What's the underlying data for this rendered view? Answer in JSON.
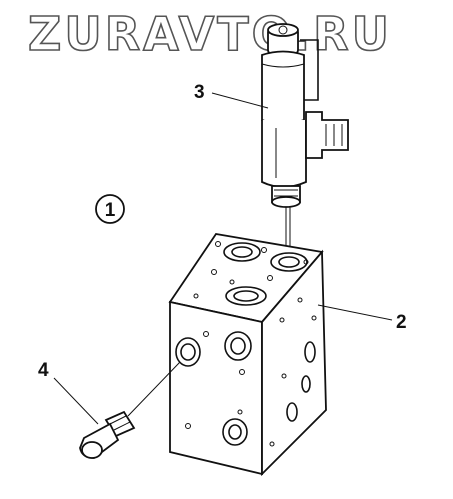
{
  "watermark": "ZURAVTO.RU",
  "callouts": {
    "view": "1",
    "block": "2",
    "solenoid": "3",
    "plug": "4"
  }
}
